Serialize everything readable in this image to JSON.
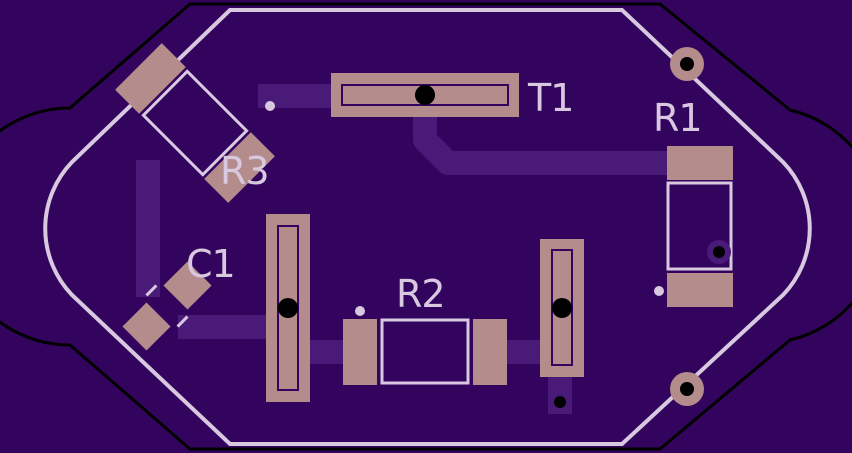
{
  "board": {
    "colors": {
      "background": "#33045d",
      "board_outline": "#000000",
      "trace": "#4a1a78",
      "silkscreen": "#d8c8e0",
      "pad": "#b48c8c",
      "drill": "#000000"
    }
  },
  "labels": {
    "t1": "T1",
    "r1": "R1",
    "r2": "R2",
    "r3": "R3",
    "c1": "C1"
  },
  "components": [
    "T1",
    "R1",
    "R2",
    "R3",
    "C1"
  ]
}
